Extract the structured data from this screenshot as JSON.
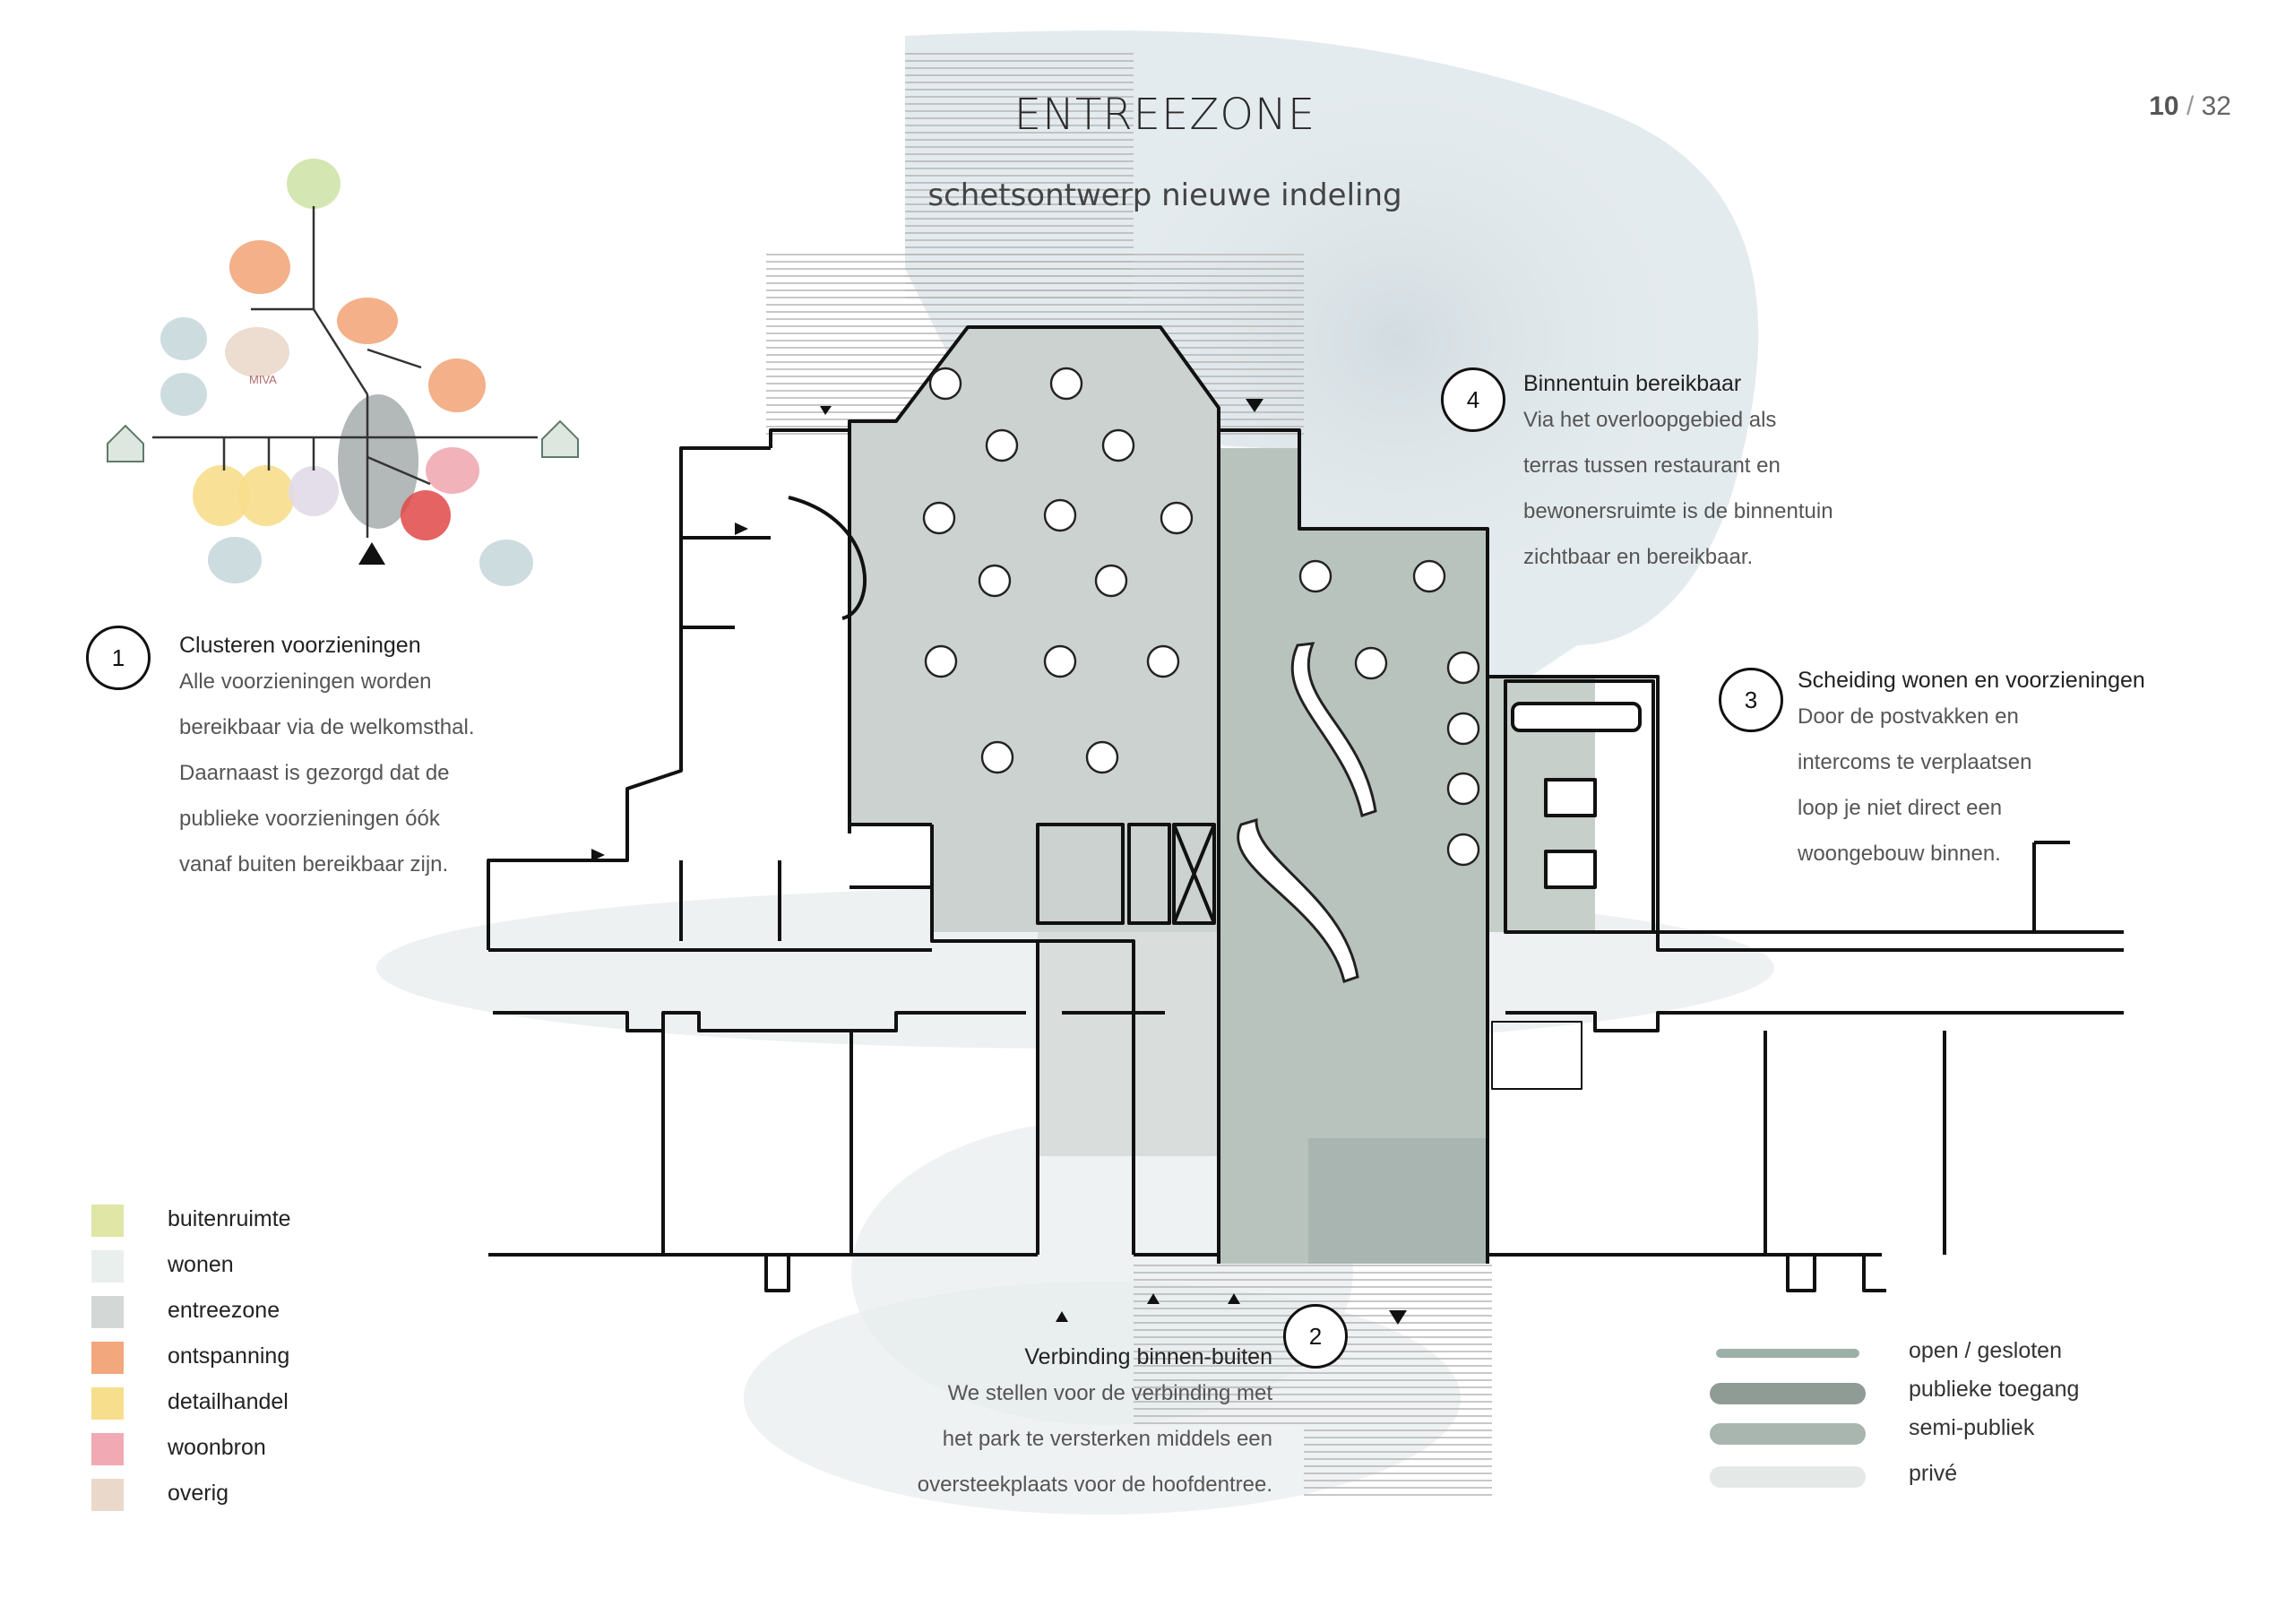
{
  "header": {
    "title": "ENTREEZONE",
    "subtitle": "schetsontwerp nieuwe indeling",
    "page_current": "10",
    "page_separator": "/",
    "page_total": "32"
  },
  "notes": [
    {
      "number": "1",
      "heading": "Clusteren voorzieningen",
      "lines": [
        "Alle voorzieningen worden",
        "bereikbaar via de welkomsthal.",
        "Daarnaast is gezorgd dat de",
        "publieke voorzieningen óók",
        "vanaf buiten bereikbaar zijn."
      ]
    },
    {
      "number": "2",
      "heading": "Verbinding binnen-buiten",
      "lines": [
        "We stellen voor de verbinding met",
        "het park te versterken middels een",
        "oversteekplaats voor de hoofdentree."
      ]
    },
    {
      "number": "3",
      "heading": "Scheiding wonen en voorzieningen",
      "lines": [
        "Door de postvakken en",
        "intercoms te verplaatsen",
        "loop je niet direct een",
        "woongebouw binnen."
      ]
    },
    {
      "number": "4",
      "heading": "Binnentuin bereikbaar",
      "lines": [
        "Via het overloopgebied als",
        "terras tussen restaurant en",
        "bewonersruimte is de binnentuin",
        "zichtbaar en bereikbaar."
      ]
    }
  ],
  "diagram_icon": {
    "label": "MIVA"
  },
  "color_legend": [
    {
      "label": "buitenruimte",
      "color": "#dfe6a6"
    },
    {
      "label": "wonen",
      "color": "#e9efec"
    },
    {
      "label": "entreezone",
      "color": "#d3d8d6"
    },
    {
      "label": "ontspanning",
      "color": "#f2a77c"
    },
    {
      "label": "detailhandel",
      "color": "#f7de8c"
    },
    {
      "label": "woonbron",
      "color": "#f1aab3"
    },
    {
      "label": "overig",
      "color": "#ead9cb"
    }
  ],
  "stroke_legend": [
    {
      "label": "open / gesloten",
      "color": "#9db0a8"
    },
    {
      "label": "publieke toegang",
      "color": "#8f9b95"
    },
    {
      "label": "semi-publiek",
      "color": "#a9b6b0"
    },
    {
      "label": "privé",
      "color": "#e4e9e7"
    }
  ]
}
